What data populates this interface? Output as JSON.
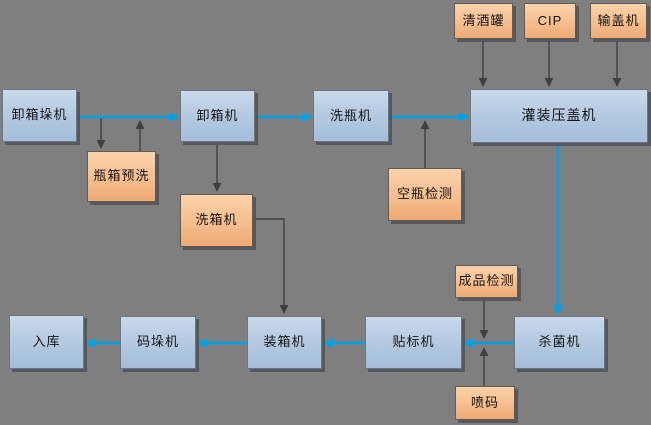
{
  "diagram": {
    "background_color": "#7f7f7f",
    "colors": {
      "process_box_fill": "#b8cce4",
      "aux_box_fill": "#fac090",
      "flow_arrow": "#00a2e8",
      "connector_arrow": "#3d3f42",
      "box_shadow": "#55585c",
      "text": "#141414"
    },
    "nodes": [
      {
        "id": "depalletizer",
        "label": "卸箱垛机",
        "kind": "process"
      },
      {
        "id": "decrater",
        "label": "卸箱机",
        "kind": "process"
      },
      {
        "id": "bottle-washer",
        "label": "洗瓶机",
        "kind": "process"
      },
      {
        "id": "filler-capper",
        "label": "灌装压盖机",
        "kind": "process"
      },
      {
        "id": "sterilizer",
        "label": "杀菌机",
        "kind": "process"
      },
      {
        "id": "labeler",
        "label": "贴标机",
        "kind": "process"
      },
      {
        "id": "case-packer",
        "label": "装箱机",
        "kind": "process"
      },
      {
        "id": "palletizer",
        "label": "码垛机",
        "kind": "process"
      },
      {
        "id": "warehouse",
        "label": "入库",
        "kind": "process"
      },
      {
        "id": "bright-beer-tank",
        "label": "清酒罐",
        "kind": "aux"
      },
      {
        "id": "cip",
        "label": "CIP",
        "kind": "aux"
      },
      {
        "id": "cap-feeder",
        "label": "输盖机",
        "kind": "aux"
      },
      {
        "id": "crate-prewash",
        "label": "瓶箱预洗",
        "kind": "aux"
      },
      {
        "id": "crate-washer",
        "label": "洗箱机",
        "kind": "aux"
      },
      {
        "id": "empty-bottle-inspect",
        "label": "空瓶检测",
        "kind": "aux"
      },
      {
        "id": "product-inspect",
        "label": "成品检测",
        "kind": "aux"
      },
      {
        "id": "ink-jet-coder",
        "label": "喷码",
        "kind": "aux"
      }
    ],
    "edges": [
      {
        "from": "卸箱垛机",
        "to": "卸箱机",
        "style": "flow"
      },
      {
        "from": "卸箱机",
        "to": "洗瓶机",
        "style": "flow"
      },
      {
        "from": "洗瓶机",
        "to": "灌装压盖机",
        "style": "flow"
      },
      {
        "from": "灌装压盖机",
        "to": "杀菌机",
        "style": "flow"
      },
      {
        "from": "杀菌机",
        "to": "贴标机",
        "style": "flow"
      },
      {
        "from": "贴标机",
        "to": "装箱机",
        "style": "flow"
      },
      {
        "from": "装箱机",
        "to": "码垛机",
        "style": "flow"
      },
      {
        "from": "码垛机",
        "to": "入库",
        "style": "flow"
      },
      {
        "from": "清酒罐",
        "to": "灌装压盖机",
        "style": "connector"
      },
      {
        "from": "CIP",
        "to": "灌装压盖机",
        "style": "connector"
      },
      {
        "from": "输盖机",
        "to": "灌装压盖机",
        "style": "connector"
      },
      {
        "from": "卸箱垛机-卸箱机流程线",
        "to": "瓶箱预洗",
        "style": "connector"
      },
      {
        "from": "瓶箱预洗",
        "to": "卸箱垛机-卸箱机流程线",
        "style": "connector"
      },
      {
        "from": "卸箱机",
        "to": "洗箱机",
        "style": "connector"
      },
      {
        "from": "洗箱机",
        "to": "装箱机",
        "style": "connector"
      },
      {
        "from": "空瓶检测",
        "to": "洗瓶机-灌装压盖机流程线",
        "style": "connector"
      },
      {
        "from": "成品检测",
        "to": "杀菌机-贴标机流程线",
        "style": "connector"
      },
      {
        "from": "喷码",
        "to": "杀菌机-贴标机流程线",
        "style": "connector"
      }
    ]
  }
}
